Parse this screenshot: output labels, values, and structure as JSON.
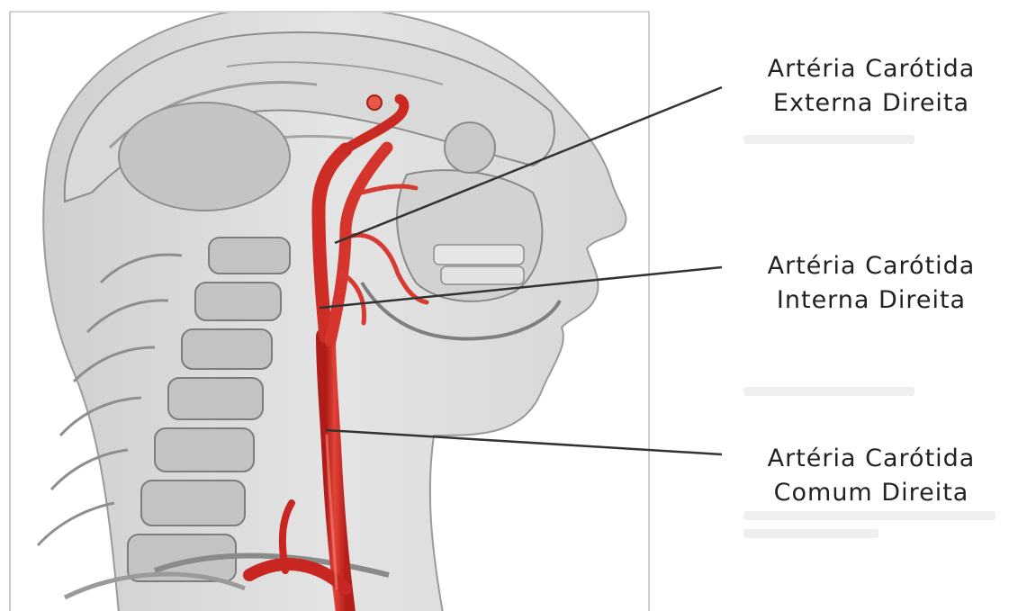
{
  "labels": {
    "external_carotid": {
      "line1": "Artéria Carótida",
      "line2": "Externa Direita"
    },
    "internal_carotid": {
      "line1": "Artéria Carótida",
      "line2": "Interna Direita"
    },
    "common_carotid": {
      "line1": "Artéria Carótida",
      "line2": "Comum Direita"
    }
  },
  "colors": {
    "artery": "#d02a24",
    "artery_highlight": "#ef5a4e",
    "illustration_gray": "#b9b9b9",
    "leader_line": "#333333",
    "label_text": "#222222"
  },
  "icons": {
    "figure": "head-neck-anatomy-illustration"
  }
}
